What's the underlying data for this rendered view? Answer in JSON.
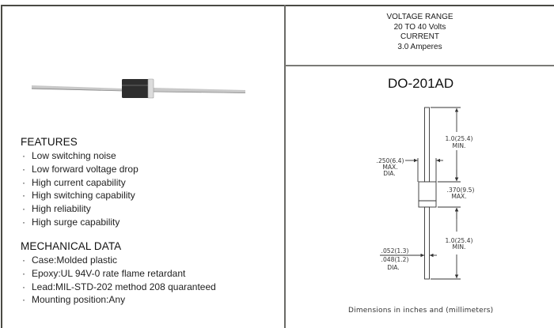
{
  "spec": {
    "voltage_label": "VOLTAGE  RANGE",
    "voltage_value": "20  TO 40 Volts",
    "current_label": "CURRENT",
    "current_value": "3.0 Amperes"
  },
  "features": {
    "title": "FEATURES",
    "bullet": "·",
    "items": [
      "Low switching noise",
      "Low forward voltage drop",
      "High current capability",
      "High switching capability",
      "High reliability",
      "High surge capability"
    ]
  },
  "mechanical": {
    "title": "MECHANICAL DATA",
    "bullet": "·",
    "items": [
      "Case:Molded plastic",
      "Epoxy:UL 94V-0 rate flame retardant",
      "Lead:MIL-STD-202 method 208 quaranteed",
      "Mounting position:Any"
    ]
  },
  "package": {
    "name": "DO-201AD",
    "dims": {
      "lead_length_top": [
        "1.0(25.4)",
        "MIN."
      ],
      "body_diameter": [
        ".250(6.4)",
        "MAX.",
        "DIA."
      ],
      "body_length": [
        ".370(9.5)",
        "MAX."
      ],
      "lead_length_bottom": [
        "1.0(25.4)",
        "MIN."
      ],
      "lead_diameter": [
        ".052(1.3)",
        ".048(1.2)",
        "DIA."
      ]
    },
    "caption": "Dimensions in inches and (millimeters)"
  },
  "colors": {
    "frame": "#4a4a44",
    "body_dark": "#2b2b2b",
    "lead": "#b8b8b8"
  }
}
